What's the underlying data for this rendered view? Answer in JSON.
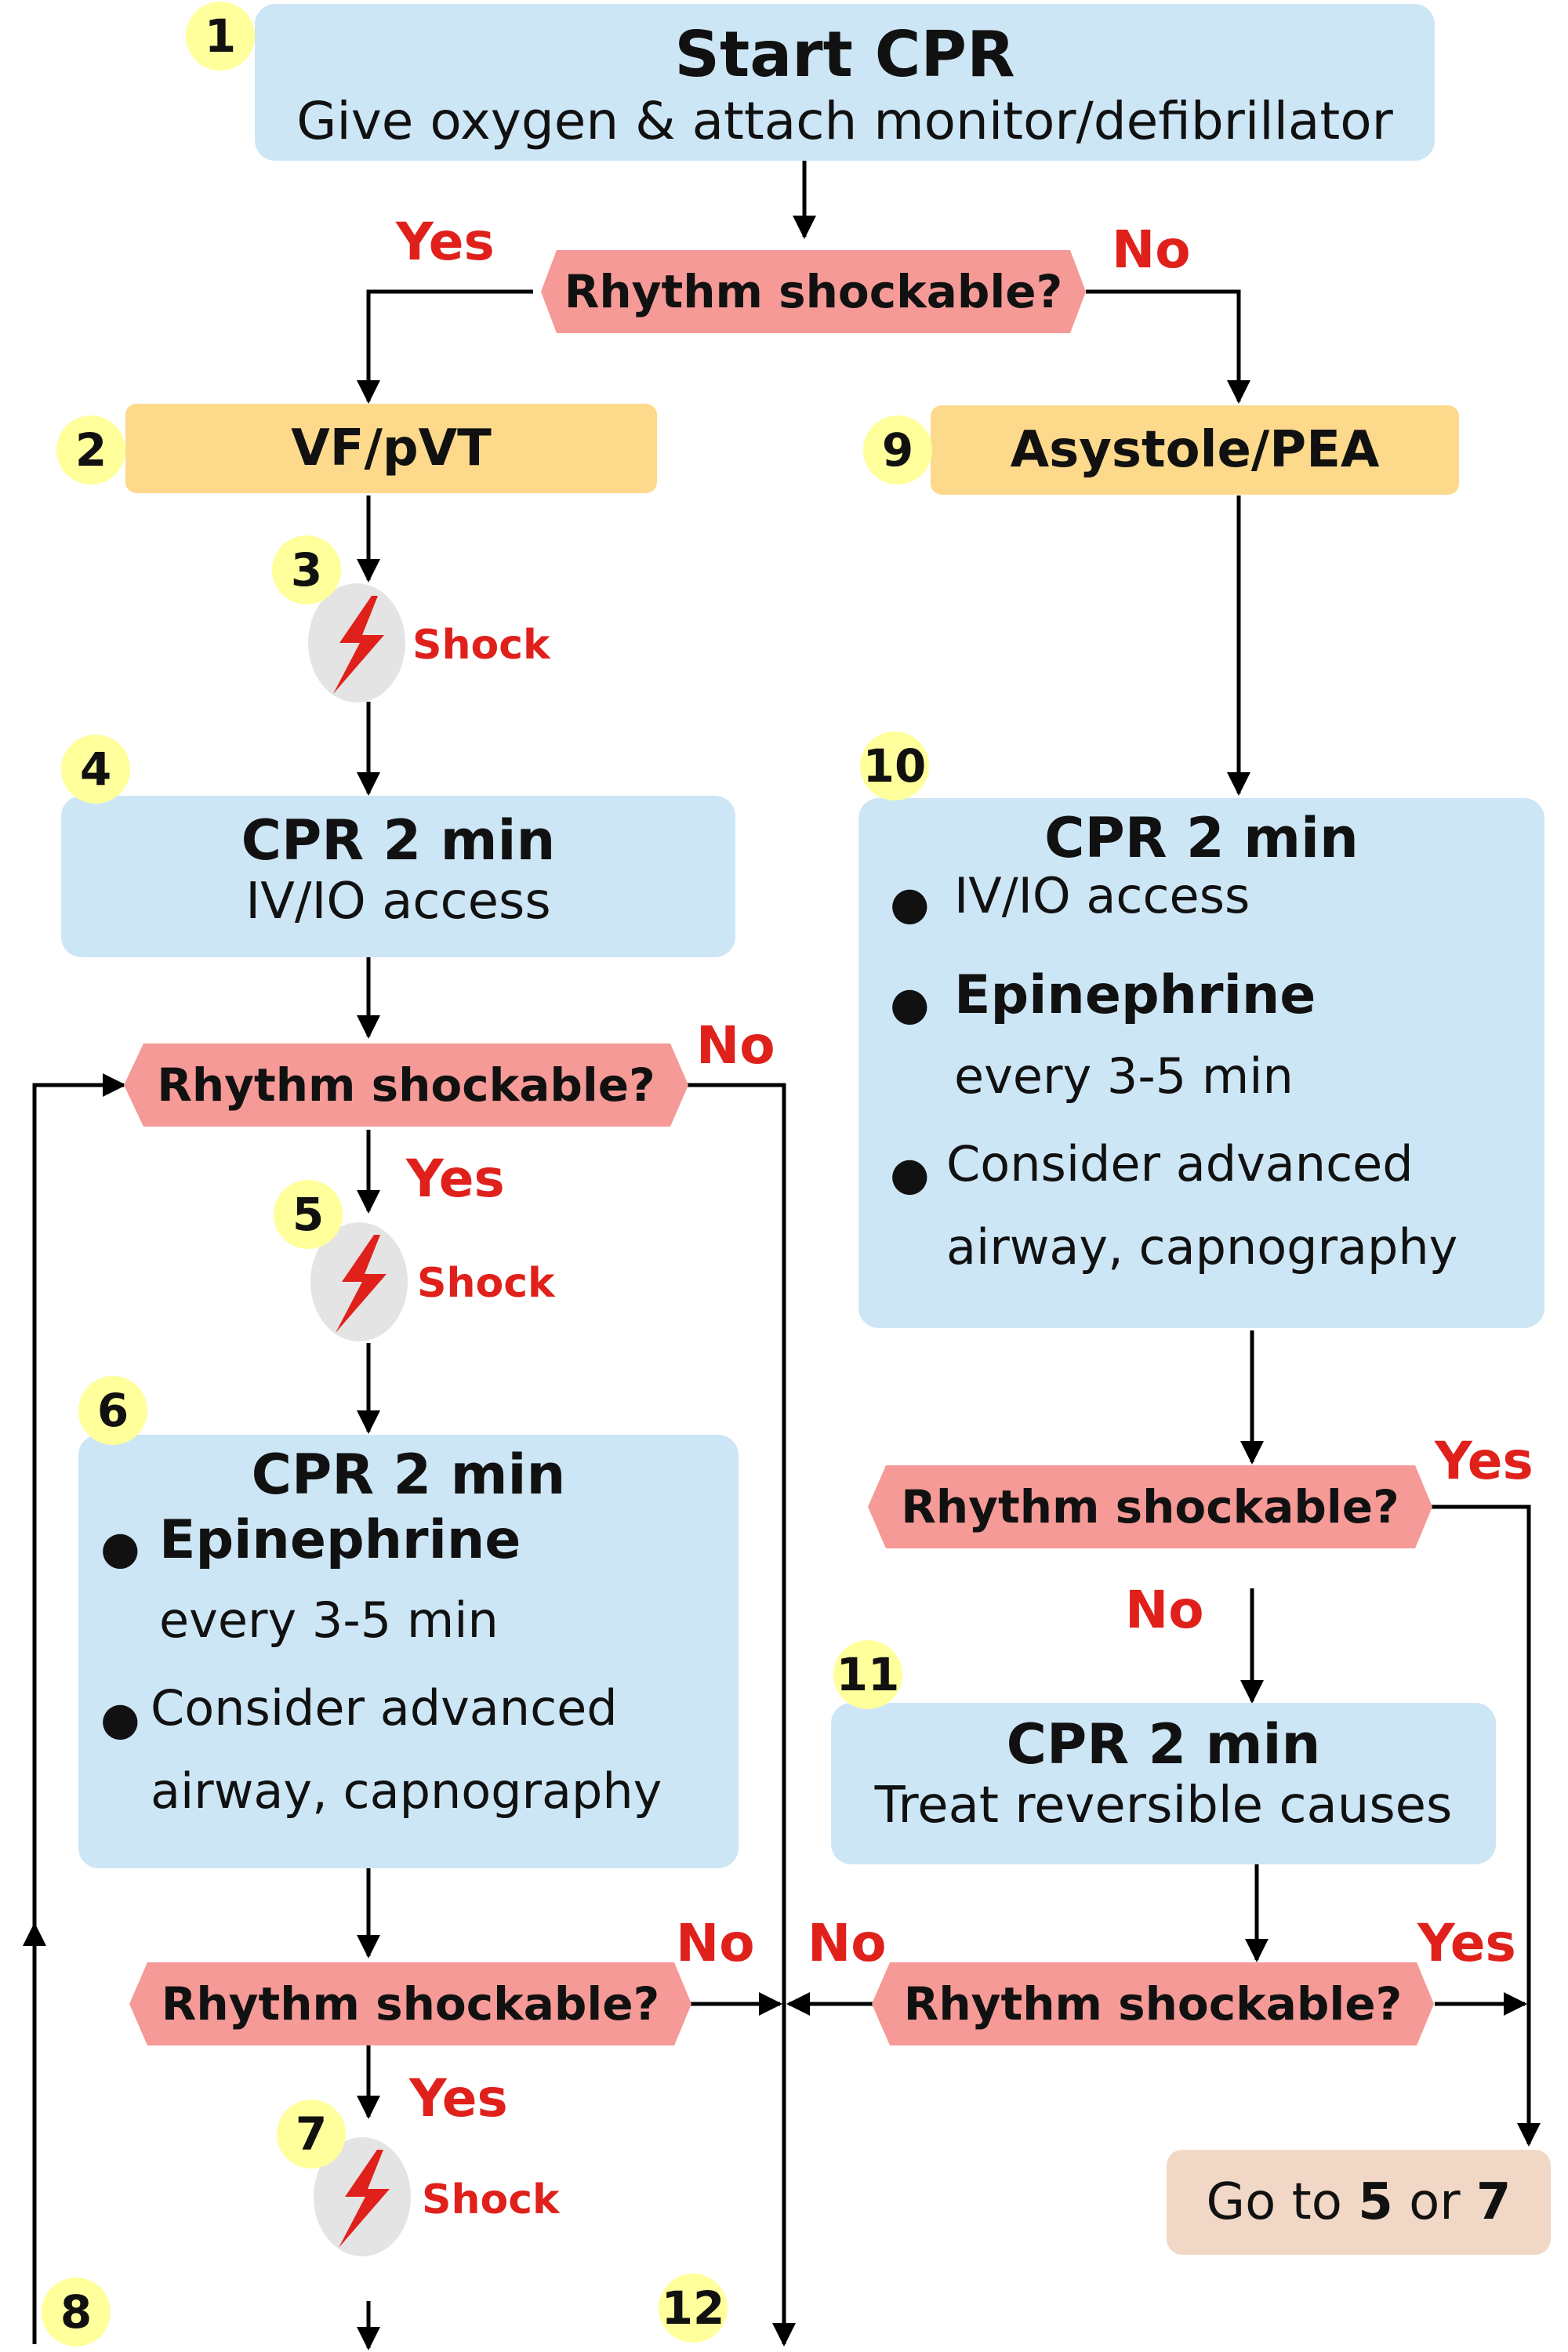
{
  "steps": {
    "s1": {
      "num": "1",
      "title": "Start CPR",
      "sub": "Give oxygen & attach monitor/defibrillator"
    },
    "s2": {
      "num": "2",
      "label": "VF/pVT"
    },
    "s3": {
      "num": "3",
      "shock": "Shock"
    },
    "s4": {
      "num": "4",
      "title": "CPR 2 min",
      "sub": "IV/IO access"
    },
    "s5": {
      "num": "5",
      "shock": "Shock"
    },
    "s6": {
      "num": "6",
      "title": "CPR 2 min",
      "epi": "Epinephrine",
      "epi_freq": "every 3-5 min",
      "airway1": "Consider advanced",
      "airway2": "airway, capnography"
    },
    "s7": {
      "num": "7",
      "shock": "Shock"
    },
    "s8": {
      "num": "8"
    },
    "s9": {
      "num": "9",
      "label": "Asystole/PEA"
    },
    "s10": {
      "num": "10",
      "title": "CPR 2 min",
      "access": "IV/IO access",
      "epi": "Epinephrine",
      "epi_freq": "every 3-5 min",
      "airway1": "Consider advanced",
      "airway2": "airway, capnography"
    },
    "s11": {
      "num": "11",
      "title": "CPR 2 min",
      "sub": "Treat reversible causes"
    },
    "s12": {
      "num": "12"
    }
  },
  "decision": "Rhythm shockable?",
  "answers": {
    "yes": "Yes",
    "no": "No"
  },
  "goto": {
    "prefix": "Go to ",
    "a": "5",
    "mid": " or ",
    "b": "7"
  },
  "colors": {
    "decision": "#f59a96",
    "process": "#cde6f6",
    "rhythm": "#fdd98c",
    "goto": "#f1d8c6",
    "answer": "#e0201b",
    "step_badge": "#ffff9b"
  }
}
